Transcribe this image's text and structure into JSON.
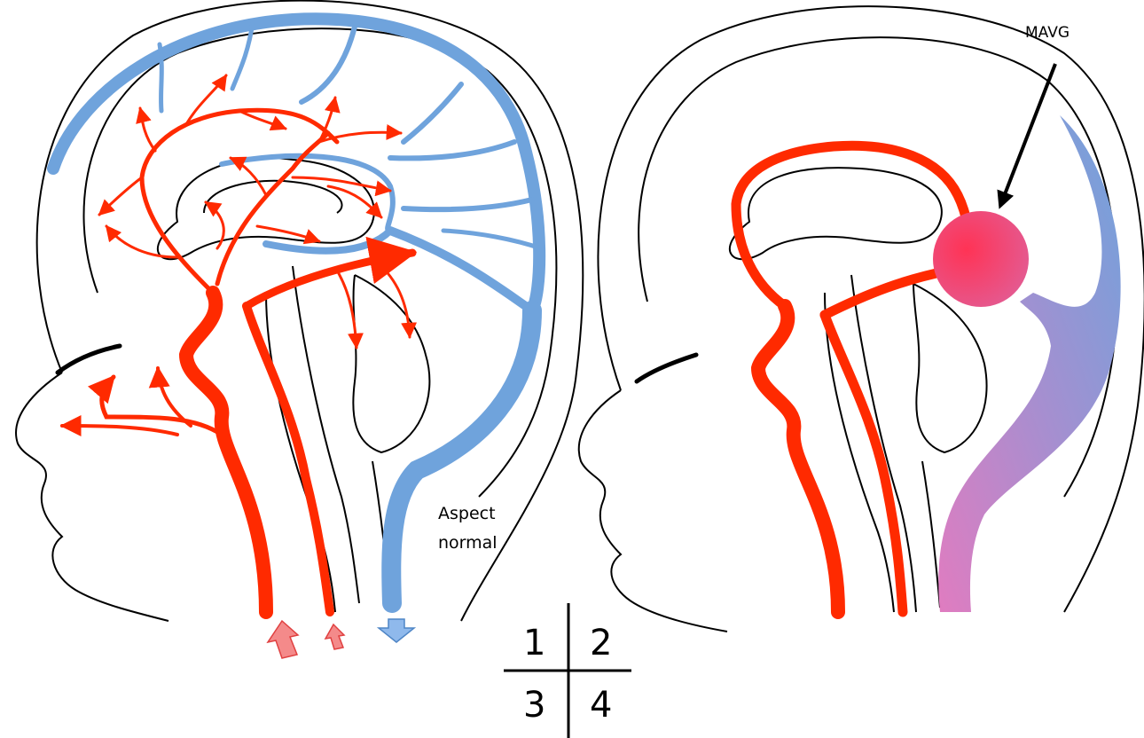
{
  "labels": {
    "aspect_line1": "Aspect",
    "aspect_line2": "normal",
    "mavg": "MAVG"
  },
  "quadrant": {
    "q1": "1",
    "q2": "2",
    "q3": "3",
    "q4": "4"
  },
  "colors": {
    "artery": "#ff2a00",
    "vein": "#6fa3dc",
    "malformation_top": "#f25a8a",
    "malformation_bottom": "#d475b8",
    "outline": "#000000"
  }
}
